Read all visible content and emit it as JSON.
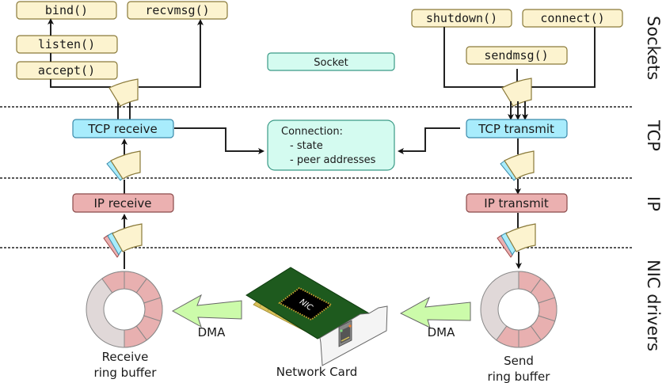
{
  "layers": [
    "Sockets",
    "TCP",
    "IP",
    "NIC drivers"
  ],
  "socket_functions": {
    "bind": "bind()",
    "listen": "listen()",
    "accept": "accept()",
    "recvmsg": "recvmsg()",
    "shutdown": "shutdown()",
    "connect": "connect()",
    "sendmsg": "sendmsg()"
  },
  "socket_label": "Socket",
  "connection": {
    "title": "Connection:",
    "items": [
      "- state",
      "- peer addresses"
    ]
  },
  "tcp": {
    "receive": "TCP receive",
    "transmit": "TCP transmit"
  },
  "ip": {
    "receive": "IP receive",
    "transmit": "IP transmit"
  },
  "nic": {
    "chip_label": "NIC",
    "card_label": "Network Card",
    "dma_left": "DMA",
    "dma_right": "DMA",
    "receive_buffer": [
      "Receive",
      "ring buffer"
    ],
    "send_buffer": [
      "Send",
      "ring buffer"
    ]
  },
  "colors": {
    "function_box": "#fcf3cf",
    "socket_box": "#d4fbf0",
    "tcp_box": "#a8ecfc",
    "ip_box": "#ebb0b0",
    "ring_used": "#e8b0b0",
    "ring_free": "#e0d8d8",
    "dma_arrow": "#ccfbaa",
    "pcb": "#1e5a1e"
  }
}
